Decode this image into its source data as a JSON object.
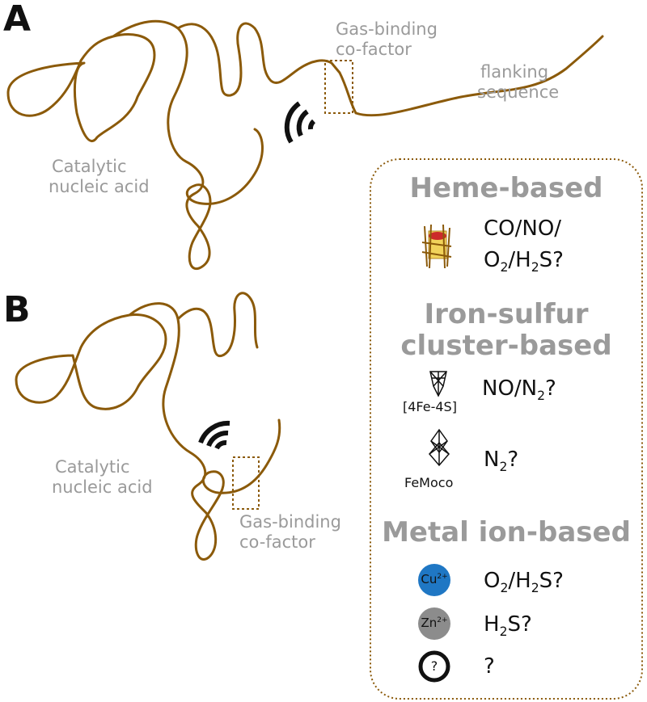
{
  "panel_a": {
    "letter": "A",
    "label_nucleic_acid": [
      "Catalytic",
      "nucleic acid"
    ],
    "label_cofactor": [
      "Gas-binding",
      "co-factor"
    ],
    "label_flanking": [
      "flanking",
      "sequence"
    ]
  },
  "panel_b": {
    "letter": "B",
    "label_nucleic_acid": [
      "Catalytic",
      "nucleic acid"
    ],
    "label_cofactor": [
      "Gas-binding",
      "co-factor"
    ]
  },
  "legend": {
    "heme": {
      "title": "Heme-based",
      "gases_line1": "CO/NO/",
      "gases_line2": "O2/H2S?"
    },
    "iron_sulfur": {
      "title": [
        "Iron-sulfur",
        "cluster-based"
      ],
      "items": [
        {
          "label": "[4Fe-4S]",
          "gases": "NO/N2?"
        },
        {
          "label": "FeMoco",
          "gases": "N2?"
        }
      ]
    },
    "metal": {
      "title": "Metal ion-based",
      "items": [
        {
          "ion": "Cu",
          "charge": "2+",
          "color": "#1f77c4",
          "gases": "O2/H2S?"
        },
        {
          "ion": "Zn",
          "charge": "2+",
          "color": "#8c8c8c",
          "gases": "H2S?"
        },
        {
          "ion": "?",
          "charge": "",
          "color": "#ffffff",
          "gases": "?"
        }
      ]
    }
  },
  "colors": {
    "strand": "#8b5a0a",
    "label_grey": "#9a9a9a",
    "box_border": "#8b5a0a"
  }
}
